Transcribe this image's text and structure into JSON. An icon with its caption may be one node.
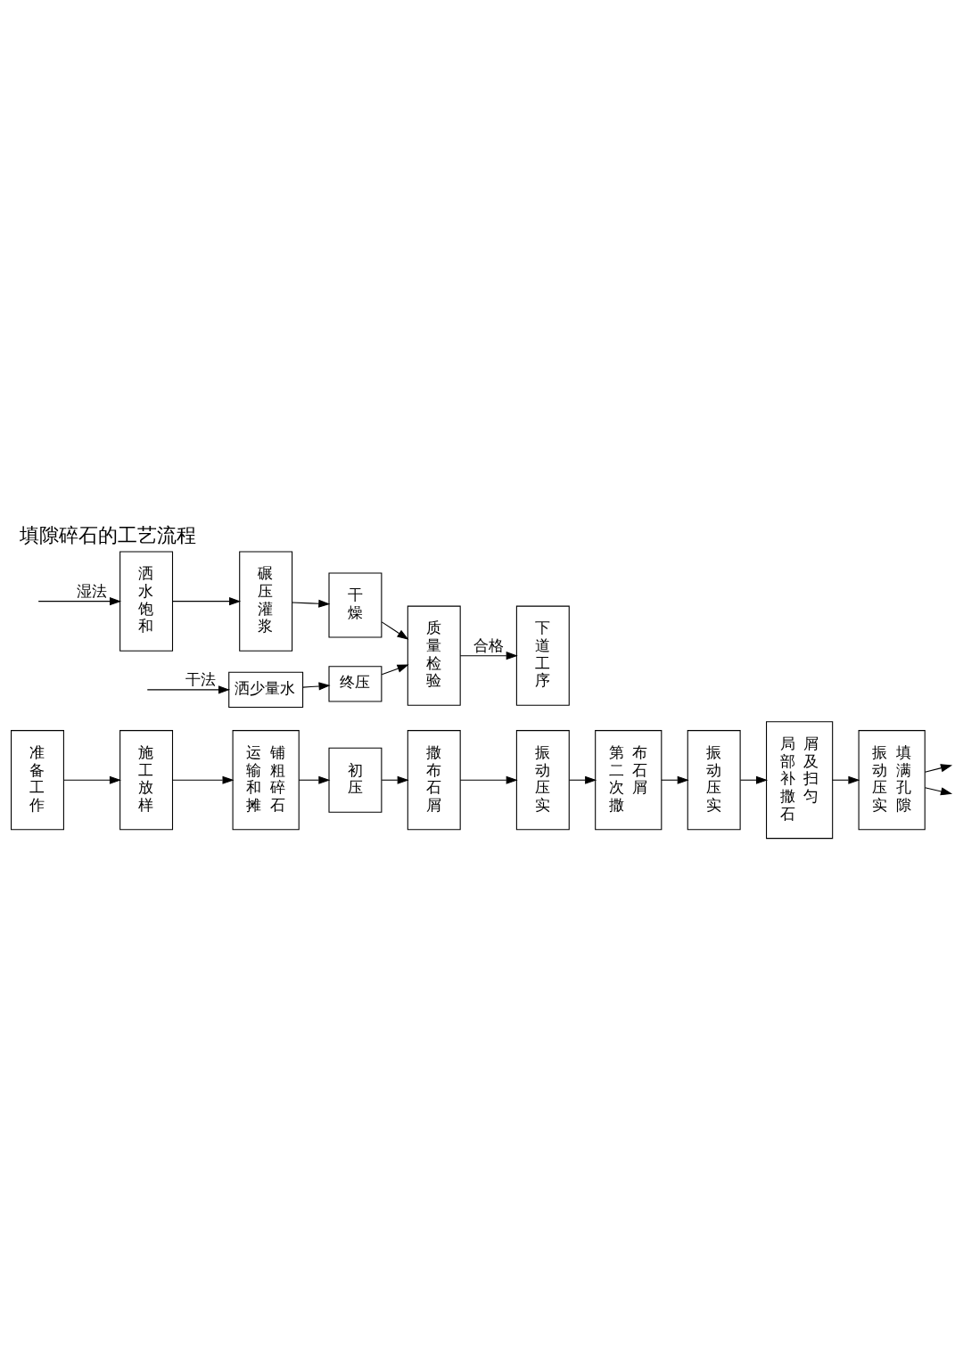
{
  "diagram": {
    "title": "填隙碎石的工艺流程",
    "nodes": [
      {
        "text": [
          "准备工作"
        ]
      },
      {
        "text": [
          "施工放样"
        ]
      },
      {
        "text": [
          "运输和摊",
          "铺粗碎石"
        ]
      },
      {
        "text": [
          "初压"
        ]
      },
      {
        "text": [
          "撒布石屑"
        ]
      },
      {
        "text": [
          "振动压实"
        ]
      },
      {
        "text": [
          "第二次撒",
          "布石屑"
        ]
      },
      {
        "text": [
          "振动压实"
        ]
      },
      {
        "text": [
          "局部补撒石",
          "屑及扫匀"
        ]
      },
      {
        "text": [
          "振动压实",
          "填满孔隙"
        ]
      },
      {
        "text": [
          "洒少量水"
        ]
      },
      {
        "text": [
          "终压"
        ]
      },
      {
        "text": [
          "洒水饱和"
        ]
      },
      {
        "text": [
          "碾压灌浆"
        ]
      },
      {
        "text": [
          "干燥"
        ]
      },
      {
        "text": [
          "质量检验"
        ]
      },
      {
        "text": [
          "下道工序"
        ]
      }
    ],
    "edges": [
      {
        "from": 0,
        "to": 1,
        "arrow": "to"
      },
      {
        "from": 1,
        "to": 2,
        "arrow": "to"
      },
      {
        "from": 2,
        "to": 3,
        "arrow": "to"
      },
      {
        "from": 3,
        "to": 4,
        "arrow": "to"
      },
      {
        "from": 4,
        "to": 5,
        "arrow": "to"
      },
      {
        "from": 5,
        "to": 6,
        "arrow": "to"
      },
      {
        "from": 6,
        "to": 7,
        "arrow": "to"
      },
      {
        "from": 7,
        "to": 8,
        "arrow": "to"
      },
      {
        "from": 8,
        "to": 9,
        "arrow": "to"
      },
      {
        "from": 9,
        "to": null,
        "arrow": "to"
      },
      {
        "from": 9,
        "to": null,
        "arrow": "to"
      },
      {
        "from": null,
        "to": 10,
        "arrow": "to",
        "label": "干法"
      },
      {
        "from": 10,
        "to": 11,
        "arrow": "to"
      },
      {
        "from": 11,
        "to": 15,
        "arrow": "to"
      },
      {
        "from": null,
        "to": 12,
        "arrow": "to",
        "label": "湿法"
      },
      {
        "from": 12,
        "to": 13,
        "arrow": "to"
      },
      {
        "from": 13,
        "to": 14,
        "arrow": "to"
      },
      {
        "from": 14,
        "to": 15,
        "arrow": "to"
      },
      {
        "from": 15,
        "to": 16,
        "arrow": "to",
        "label": "合格"
      }
    ]
  }
}
